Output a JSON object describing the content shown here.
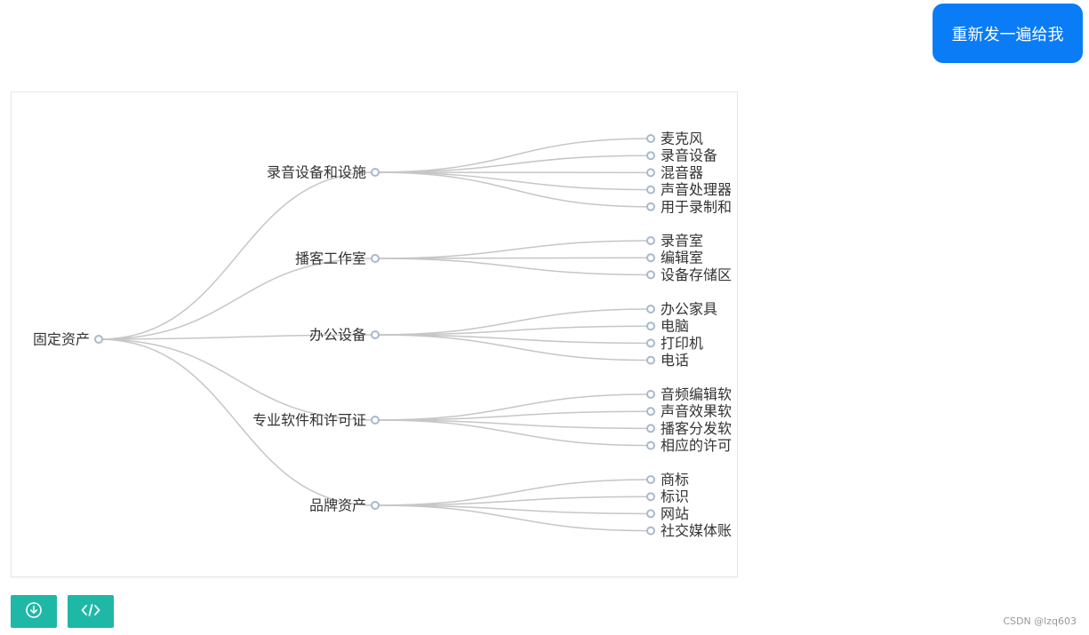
{
  "resend_button": {
    "label": "重新发一遍给我"
  },
  "toolbar": {
    "download_icon": "download-circle-icon",
    "code_icon": "code-icon"
  },
  "watermark": "CSDN @lzq603",
  "colors": {
    "link": "#c6c6c6",
    "node_stroke": "#a8b9cc",
    "accent": "#0a7cf6",
    "tool": "#1fb8a6"
  },
  "mindmap": {
    "root": "固定资产",
    "branches": [
      {
        "label": "录音设备和设施",
        "children": [
          "麦克风",
          "录音设备",
          "混音器",
          "声音处理器",
          "用于录制和"
        ]
      },
      {
        "label": "播客工作室",
        "children": [
          "录音室",
          "编辑室",
          "设备存储区"
        ]
      },
      {
        "label": "办公设备",
        "children": [
          "办公家具",
          "电脑",
          "打印机",
          "电话"
        ]
      },
      {
        "label": "专业软件和许可证",
        "children": [
          "音频编辑软",
          "声音效果软",
          "播客分发软",
          "相应的许可"
        ]
      },
      {
        "label": "品牌资产",
        "children": [
          "商标",
          "标识",
          "网站",
          "社交媒体账"
        ]
      }
    ]
  }
}
